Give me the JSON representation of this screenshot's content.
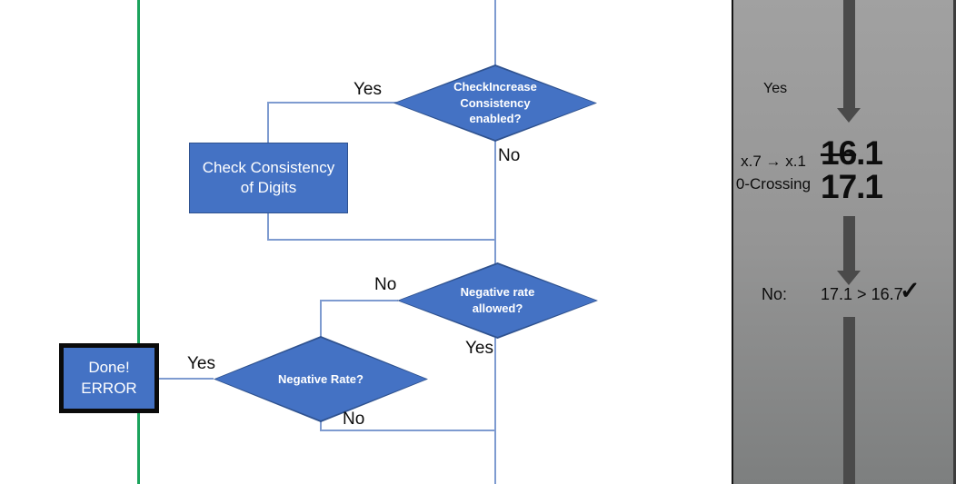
{
  "colors": {
    "shape_fill": "#4472c4",
    "shape_border": "#2f528f",
    "connector_line": "#7e9bd0",
    "progress_line_green": "#1ca35d",
    "panel_arrow_gray": "#4a4a4a",
    "panel_background_top": "#a1a1a1",
    "panel_background_bottom": "#7d7f7f"
  },
  "flowchart": {
    "decision_check_increase": {
      "label": "CheckIncrease Consistency enabled?"
    },
    "process_check_consistency": {
      "label": "Check Consistency of Digits"
    },
    "decision_negative_rate_allowed": {
      "label": "Negative rate allowed?"
    },
    "decision_negative_rate": {
      "label": "Negative Rate?"
    },
    "terminal_done_error": {
      "line1": "Done!",
      "line2": "ERROR"
    },
    "edge_labels": {
      "check_increase_yes": "Yes",
      "check_increase_no": "No",
      "negative_rate_allowed_no": "No",
      "negative_rate_allowed_yes": "Yes",
      "negative_rate_yes": "Yes",
      "negative_rate_no": "No"
    }
  },
  "side_panel": {
    "yes_label": "Yes",
    "rule_line1": "x.7 → x.1",
    "rule_line2": "0-Crossing",
    "old_value_struck": "16",
    "old_value_suffix": ".1",
    "new_value": "17.1",
    "result_prefix": "No:",
    "result_comparison": "17.1 > 16.7",
    "checkmark": "✓"
  }
}
